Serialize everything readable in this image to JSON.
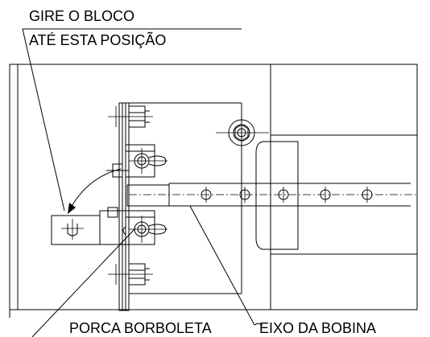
{
  "labels": {
    "instruction_line1": "GIRE O BLOCO",
    "instruction_line2": "ATÉ ESTA POSIÇÃO",
    "wing_nut": "PORCA BORBOLETA",
    "spool_shaft": "EIXO DA  BOBINA"
  },
  "colors": {
    "line": "#000000",
    "background": "#ffffff"
  }
}
